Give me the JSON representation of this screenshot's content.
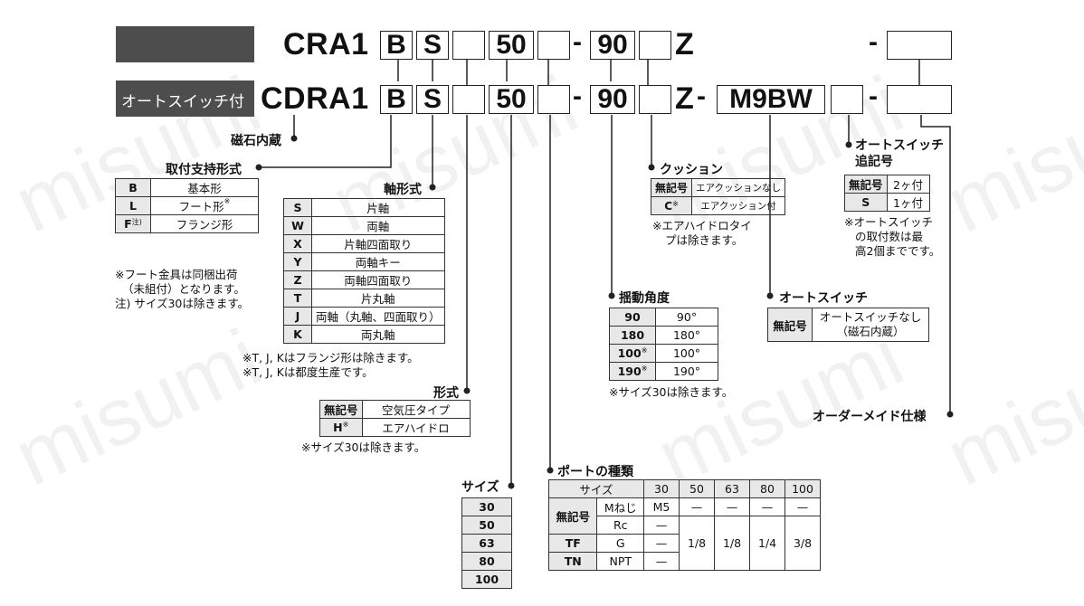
{
  "watermark": "misumi",
  "row1": {
    "code": "CRA1",
    "b": "B",
    "s": "S",
    "size": "50",
    "angle": "90",
    "z": "Z"
  },
  "row2": {
    "tag": "オートスイッチ付",
    "code": "CDRA1",
    "b": "B",
    "s": "S",
    "size": "50",
    "angle": "90",
    "z": "Z",
    "switch": "M9BW"
  },
  "dash": "-",
  "magnet": "磁石内蔵",
  "mount": {
    "title": "取付支持形式",
    "rows": [
      {
        "code": "B",
        "mark": "",
        "desc": "基本形",
        "dmark": ""
      },
      {
        "code": "L",
        "mark": "",
        "desc": "フート形",
        "dmark": "※"
      },
      {
        "code": "F",
        "mark": "注)",
        "desc": "フランジ形",
        "dmark": ""
      }
    ],
    "notes": [
      "※フート金具は同梱出荷",
      "（未組付）となります。",
      "注) サイズ30は除きます。"
    ]
  },
  "shaft": {
    "title": "軸形式",
    "rows": [
      {
        "code": "S",
        "desc": "片軸"
      },
      {
        "code": "W",
        "desc": "両軸"
      },
      {
        "code": "X",
        "desc": "片軸四面取り"
      },
      {
        "code": "Y",
        "desc": "両軸キー"
      },
      {
        "code": "Z",
        "desc": "両軸四面取り"
      },
      {
        "code": "T",
        "desc": "片丸軸"
      },
      {
        "code": "J",
        "desc": "両軸（丸軸、四面取り）"
      },
      {
        "code": "K",
        "desc": "両丸軸"
      }
    ],
    "notes": [
      "※T, J, Kはフランジ形は除きます。",
      "※T, J, Kは都度生産です。"
    ]
  },
  "type": {
    "title": "形式",
    "rows": [
      {
        "code": "無記号",
        "mark": "",
        "desc": "空気圧タイプ"
      },
      {
        "code": "H",
        "mark": "※",
        "desc": "エアハイドロ"
      }
    ],
    "note": "※サイズ30は除きます。"
  },
  "size": {
    "title": "サイズ",
    "values": [
      "30",
      "50",
      "63",
      "80",
      "100"
    ]
  },
  "port": {
    "title": "ポートの種類",
    "header": [
      "サイズ",
      "30",
      "50",
      "63",
      "80",
      "100"
    ],
    "nomark": "無記号",
    "rows": [
      {
        "code": "",
        "thread": "Mねじ",
        "s30": "M5",
        "rest": [
          "—",
          "—",
          "—",
          "—"
        ]
      },
      {
        "code": "",
        "thread": "Rc",
        "s30": "—"
      },
      {
        "code": "TF",
        "thread": "G",
        "s30": "—"
      },
      {
        "code": "TN",
        "thread": "NPT",
        "s30": "—"
      }
    ],
    "merged": [
      "1/8",
      "1/8",
      "1/4",
      "3/8"
    ]
  },
  "angle": {
    "title": "揺動角度",
    "rows": [
      {
        "code": "90",
        "mark": "",
        "desc": "90°"
      },
      {
        "code": "180",
        "mark": "",
        "desc": "180°"
      },
      {
        "code": "100",
        "mark": "※",
        "desc": "100°"
      },
      {
        "code": "190",
        "mark": "※",
        "desc": "190°"
      }
    ],
    "note": "※サイズ30は除きます。"
  },
  "cushion": {
    "title": "クッション",
    "rows": [
      {
        "code": "無記号",
        "mark": "",
        "desc": "エアクッションなし"
      },
      {
        "code": "C",
        "mark": "※",
        "desc": "エアクッション付"
      }
    ],
    "notes": [
      "※エアハイドロタイ",
      "プは除きます。"
    ]
  },
  "autoswitch": {
    "title": "オートスイッチ",
    "code": "無記号",
    "desc": [
      "オートスイッチなし",
      "（磁石内蔵）"
    ]
  },
  "addsym": {
    "title": [
      "オートスイッチ",
      "追記号"
    ],
    "rows": [
      {
        "code": "無記号",
        "desc": "2ヶ付"
      },
      {
        "code": "S",
        "desc": "1ヶ付"
      }
    ],
    "notes": [
      "※オートスイッチ",
      "の取付数は最",
      "高2個までです。"
    ]
  },
  "order": "オーダーメイド仕様"
}
